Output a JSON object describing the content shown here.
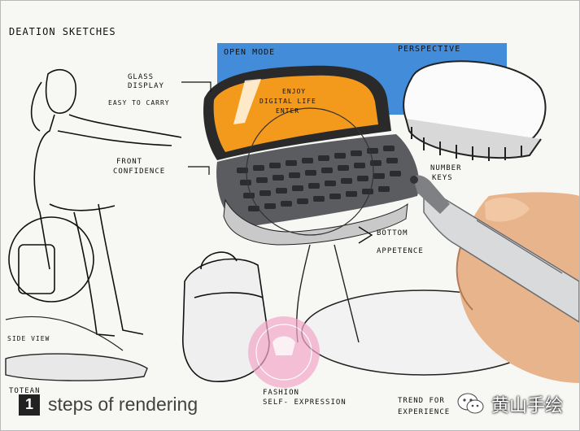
{
  "sketch": {
    "title": "DEATION SKETCHES",
    "banner_left": "OPEN MODE",
    "banner_right": "PERSPECTIVE",
    "glass_display_1": "GLASS",
    "glass_display_2": "DISPLAY",
    "easy_to_carry": "EASY TO CARRY",
    "front_confidence_1": "FRONT",
    "front_confidence_2": "CONFIDENCE",
    "screen_line_1": "ENJOY",
    "screen_line_2": "DIGITAL LIFE",
    "screen_line_3": "ENTER",
    "number_keys_1": "NUMBER",
    "number_keys_2": "KEYS",
    "bottom": "BOTTOM",
    "appetence": "APPETENCE",
    "side_view": "SIDE VIEW",
    "bottom_left": "TOTEAN",
    "fashion_1": "FASHION",
    "fashion_2": "SELF- EXPRESSION",
    "trend_1": "TREND FOR",
    "trend_2": "EXPERIENCE"
  },
  "caption": {
    "step_number": "1",
    "text": "steps of rendering"
  },
  "brand": {
    "icon": "wechat-icon",
    "name": "黄山手绘"
  },
  "colors": {
    "banner_blue": "#2f7fd6",
    "screen_orange": "#f39a1c",
    "marker_gray": "#7e8084"
  }
}
